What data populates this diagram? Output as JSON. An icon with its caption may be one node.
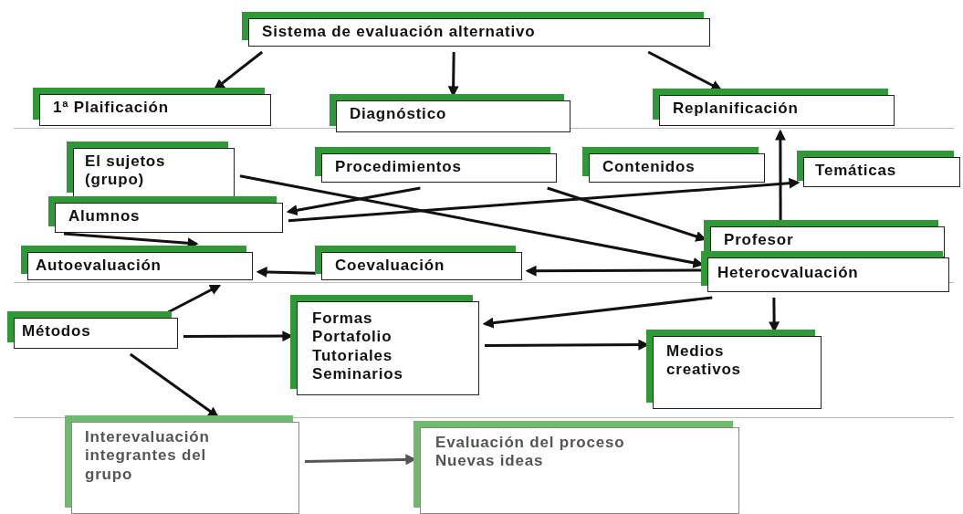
{
  "diagram": {
    "nodes": [
      {
        "text": [
          "Sistema de evaluación alternativo"
        ]
      },
      {
        "text": [
          "1ª Plaificación"
        ]
      },
      {
        "text": [
          "Diagnóstico"
        ]
      },
      {
        "text": [
          "Replanificación"
        ]
      },
      {
        "text": [
          "El sujetos (grupo)"
        ]
      },
      {
        "text": [
          "Procedimientos"
        ]
      },
      {
        "text": [
          "Contenidos"
        ]
      },
      {
        "text": [
          "Temáticas"
        ]
      },
      {
        "text": [
          "Alumnos"
        ]
      },
      {
        "text": [
          "Profesor"
        ]
      },
      {
        "text": [
          "Autoevaluación"
        ]
      },
      {
        "text": [
          "Coevaluación"
        ]
      },
      {
        "text": [
          "Heterocvaluación"
        ]
      },
      {
        "text": [
          "Métodos"
        ]
      },
      {
        "text": [
          "Formas Portafolio Tutoriales Seminarios"
        ]
      },
      {
        "text": [
          "Medios creativos"
        ]
      },
      {
        "text": [
          "Interevaluación integrantes del grupo"
        ]
      },
      {
        "text": [
          "Evaluación del proceso Nuevas ideas"
        ]
      }
    ],
    "edges": [
      {
        "from": 0,
        "to": 1,
        "arrow": "to"
      },
      {
        "from": 0,
        "to": 2,
        "arrow": "to"
      },
      {
        "from": 0,
        "to": 3,
        "arrow": "to"
      },
      {
        "from": 9,
        "to": 3,
        "arrow": "to"
      },
      {
        "from": 5,
        "to": 8,
        "arrow": "to"
      },
      {
        "from": 4,
        "to": 12,
        "arrow": "to"
      },
      {
        "from": 8,
        "to": 7,
        "arrow": "to"
      },
      {
        "from": 5,
        "to": 9,
        "arrow": "to"
      },
      {
        "from": 8,
        "to": 10,
        "arrow": "to"
      },
      {
        "from": 11,
        "to": 10,
        "arrow": "to"
      },
      {
        "from": 12,
        "to": 11,
        "arrow": "to"
      },
      {
        "from": 12,
        "to": 14,
        "arrow": "to"
      },
      {
        "from": 12,
        "to": 15,
        "arrow": "to"
      },
      {
        "from": 13,
        "to": 10,
        "arrow": "to"
      },
      {
        "from": 13,
        "to": 14,
        "arrow": "to"
      },
      {
        "from": 14,
        "to": 15,
        "arrow": "to"
      },
      {
        "from": 13,
        "to": 16,
        "arrow": "to"
      },
      {
        "from": 16,
        "to": 17,
        "arrow": "to",
        "color": "#555555"
      }
    ]
  }
}
